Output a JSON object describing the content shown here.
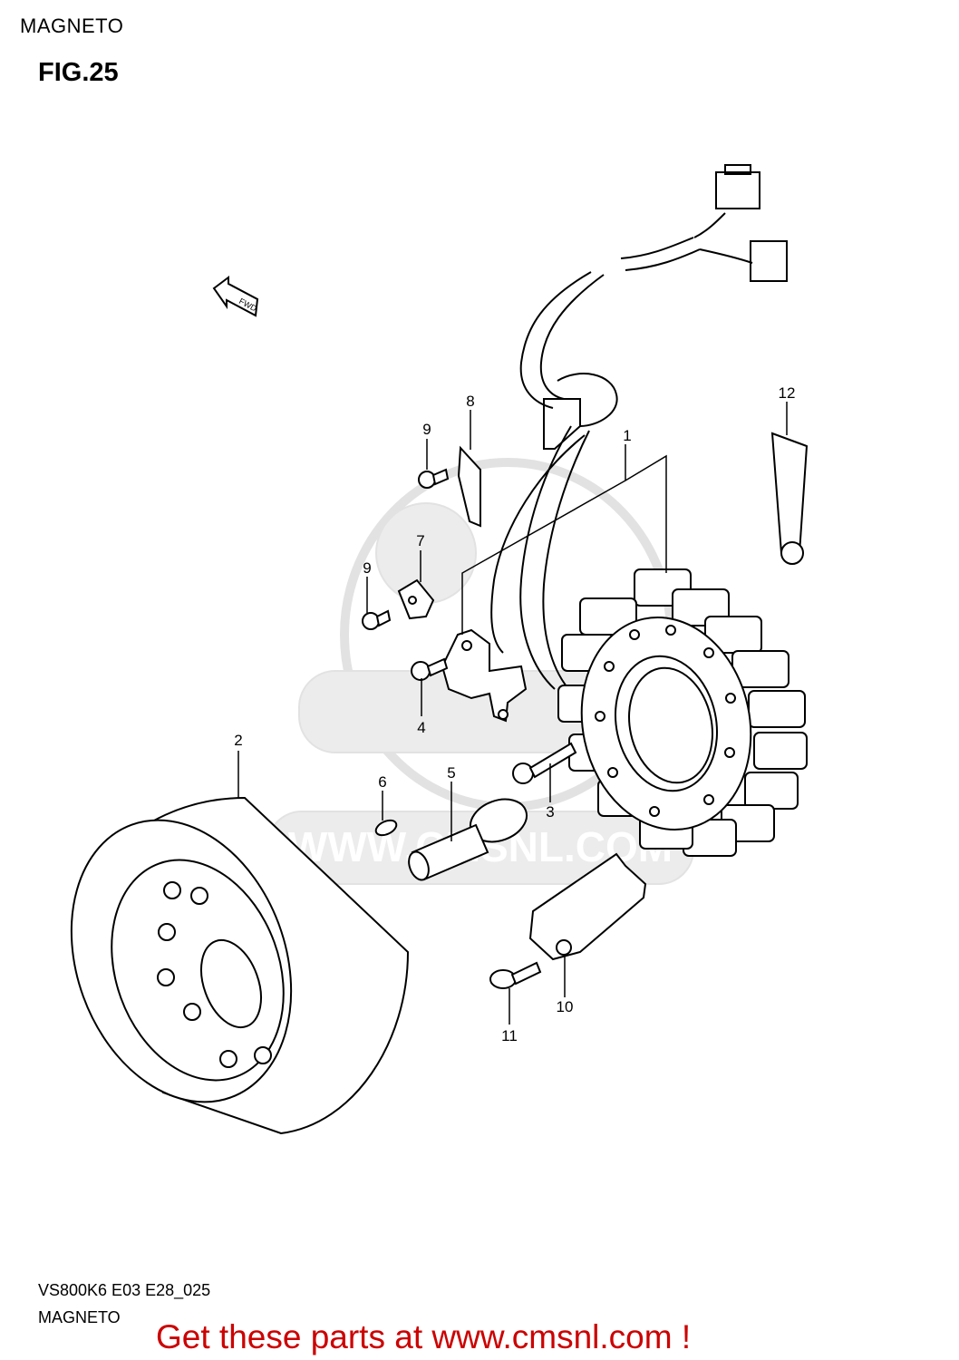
{
  "header": {
    "title": "MAGNETO",
    "figure": "FIG.25"
  },
  "fwd_label": "FWD",
  "watermark": {
    "url_text": "WWW.CMSNL.COM"
  },
  "callouts": [
    "1",
    "2",
    "3",
    "4",
    "5",
    "6",
    "7",
    "8",
    "9",
    "9",
    "10",
    "11",
    "12"
  ],
  "footer": {
    "model_code": "VS800K6 E03 E28_025",
    "title": "MAGNETO",
    "promo": "Get these parts at www.cmsnl.com !",
    "promo_color": "#cc0000"
  }
}
